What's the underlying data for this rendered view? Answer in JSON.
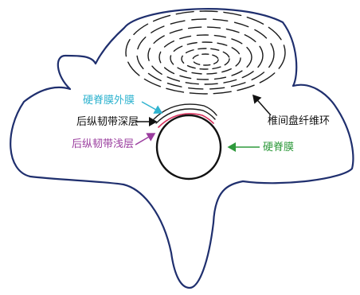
{
  "labels": {
    "epidural_membrane": "硬脊膜外膜",
    "plg_deep": "后纵韧带深层",
    "plg_superficial": "后纵韧带浅层",
    "annulus": "椎间盘纤维环",
    "dura": "硬脊膜"
  },
  "colors": {
    "outline": "#1f2f6e",
    "epidural_membrane": "#2fb3cf",
    "plg_deep": "#111111",
    "plg_superficial": "#9a3c9e",
    "annulus": "#111111",
    "dura": "#2f9a3c",
    "inner_arc": "#d8325e"
  }
}
